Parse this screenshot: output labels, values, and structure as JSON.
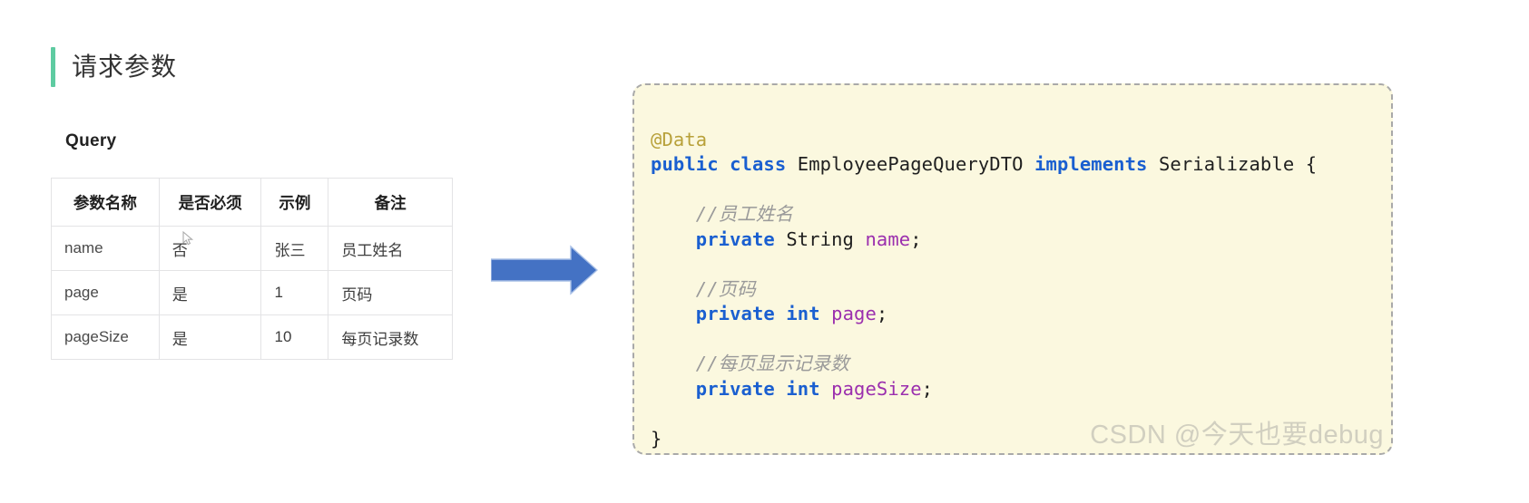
{
  "heading": {
    "title": "请求参数",
    "accent_color": "#5ecba1"
  },
  "query_section": {
    "label": "Query",
    "table": {
      "headers": [
        "参数名称",
        "是否必须",
        "示例",
        "备注"
      ],
      "rows": [
        {
          "name": "name",
          "required": "否",
          "example": "张三",
          "remark": "员工姓名"
        },
        {
          "name": "page",
          "required": "是",
          "example": "1",
          "remark": "页码"
        },
        {
          "name": "pageSize",
          "required": "是",
          "example": "10",
          "remark": "每页记录数"
        }
      ]
    }
  },
  "arrow": {
    "icon": "arrow-right-icon",
    "color": "#4472c4"
  },
  "code_card": {
    "background": "#fbf8df",
    "border_color": "#a9a9a9",
    "language": "java",
    "lines": [
      {
        "tokens": [
          {
            "t": "@Data",
            "c": "anno"
          }
        ]
      },
      {
        "tokens": [
          {
            "t": "public",
            "c": "kw"
          },
          {
            "t": " ",
            "c": "plain"
          },
          {
            "t": "class",
            "c": "kw"
          },
          {
            "t": " ",
            "c": "plain"
          },
          {
            "t": "EmployeePageQueryDTO",
            "c": "type"
          },
          {
            "t": " ",
            "c": "plain"
          },
          {
            "t": "implements",
            "c": "kw"
          },
          {
            "t": " ",
            "c": "plain"
          },
          {
            "t": "Serializable",
            "c": "type"
          },
          {
            "t": " {",
            "c": "plain"
          }
        ]
      },
      {
        "tokens": []
      },
      {
        "tokens": [
          {
            "t": "    //员工姓名",
            "c": "comment"
          }
        ]
      },
      {
        "tokens": [
          {
            "t": "    ",
            "c": "plain"
          },
          {
            "t": "private",
            "c": "kw"
          },
          {
            "t": " ",
            "c": "plain"
          },
          {
            "t": "String",
            "c": "type"
          },
          {
            "t": " ",
            "c": "plain"
          },
          {
            "t": "name",
            "c": "field"
          },
          {
            "t": ";",
            "c": "plain"
          }
        ]
      },
      {
        "tokens": []
      },
      {
        "tokens": [
          {
            "t": "    //页码",
            "c": "comment"
          }
        ]
      },
      {
        "tokens": [
          {
            "t": "    ",
            "c": "plain"
          },
          {
            "t": "private",
            "c": "kw"
          },
          {
            "t": " ",
            "c": "plain"
          },
          {
            "t": "int",
            "c": "kw"
          },
          {
            "t": " ",
            "c": "plain"
          },
          {
            "t": "page",
            "c": "field"
          },
          {
            "t": ";",
            "c": "plain"
          }
        ]
      },
      {
        "tokens": []
      },
      {
        "tokens": [
          {
            "t": "    //每页显示记录数",
            "c": "comment"
          }
        ]
      },
      {
        "tokens": [
          {
            "t": "    ",
            "c": "plain"
          },
          {
            "t": "private",
            "c": "kw"
          },
          {
            "t": " ",
            "c": "plain"
          },
          {
            "t": "int",
            "c": "kw"
          },
          {
            "t": " ",
            "c": "plain"
          },
          {
            "t": "pageSize",
            "c": "field"
          },
          {
            "t": ";",
            "c": "plain"
          }
        ]
      },
      {
        "tokens": []
      },
      {
        "tokens": [
          {
            "t": "}",
            "c": "plain"
          }
        ]
      }
    ]
  },
  "watermark": {
    "text": "CSDN @今天也要debug"
  }
}
